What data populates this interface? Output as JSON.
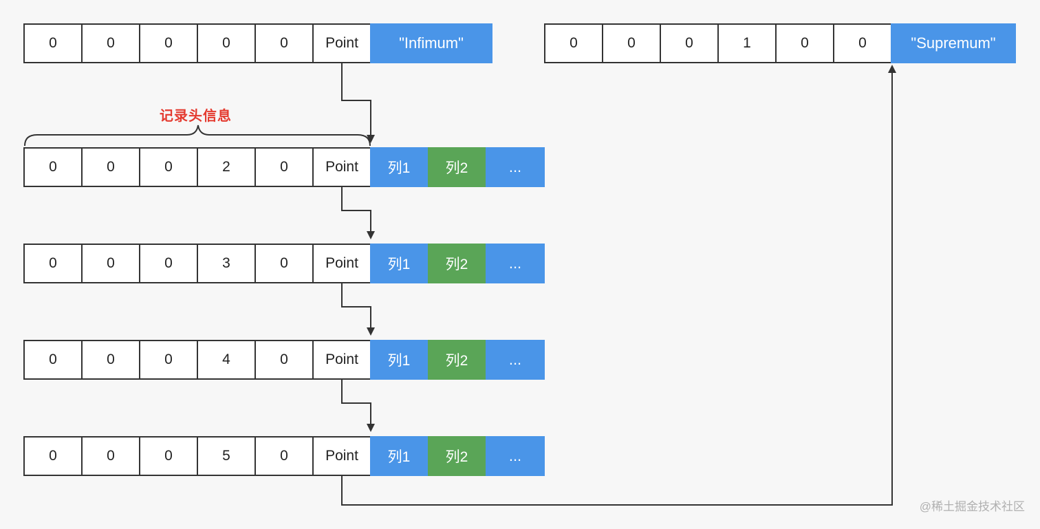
{
  "infimum": {
    "cells": [
      "0",
      "0",
      "0",
      "0",
      "0",
      "Point"
    ],
    "label": "\"Infimum\""
  },
  "supremum": {
    "cells": [
      "0",
      "0",
      "0",
      "1",
      "0",
      "0"
    ],
    "label": "\"Supremum\""
  },
  "header_label": "记录头信息",
  "records": [
    {
      "cells": [
        "0",
        "0",
        "0",
        "2",
        "0",
        "Point"
      ],
      "col1": "列1",
      "col2": "列2",
      "more": "..."
    },
    {
      "cells": [
        "0",
        "0",
        "0",
        "3",
        "0",
        "Point"
      ],
      "col1": "列1",
      "col2": "列2",
      "more": "..."
    },
    {
      "cells": [
        "0",
        "0",
        "0",
        "4",
        "0",
        "Point"
      ],
      "col1": "列1",
      "col2": "列2",
      "more": "..."
    },
    {
      "cells": [
        "0",
        "0",
        "0",
        "5",
        "0",
        "Point"
      ],
      "col1": "列1",
      "col2": "列2",
      "more": "..."
    }
  ],
  "watermark": "@稀土掘金技术社区",
  "colors": {
    "blue": "#4a95e8",
    "green": "#5aa557",
    "header_red": "#e43a2f",
    "border": "#333333"
  }
}
